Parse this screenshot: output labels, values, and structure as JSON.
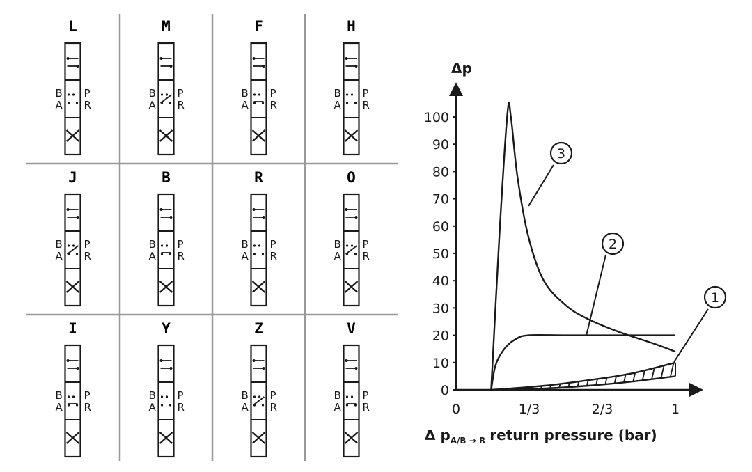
{
  "spools": [
    {
      "code": "L"
    },
    {
      "code": "M"
    },
    {
      "code": "F"
    },
    {
      "code": "H"
    },
    {
      "code": "J"
    },
    {
      "code": "B"
    },
    {
      "code": "R"
    },
    {
      "code": "O"
    },
    {
      "code": "I"
    },
    {
      "code": "Y"
    },
    {
      "code": "Z"
    },
    {
      "code": "V"
    }
  ],
  "ports": {
    "b": "B",
    "a": "A",
    "p": "P",
    "r": "R"
  },
  "chart_data": {
    "type": "line",
    "ylabel": "Δp",
    "xlabel": {
      "prefix": "Δ p",
      "subscript": "A/B → R",
      "suffix": "return pressure (bar)"
    },
    "x_ticks": [
      "0",
      "1/3",
      "2/3",
      "1"
    ],
    "y_ticks": [
      "0",
      "10",
      "20",
      "30",
      "40",
      "50",
      "60",
      "70",
      "80",
      "90",
      "100"
    ],
    "xlim": [
      0,
      1
    ],
    "ylim": [
      0,
      100
    ],
    "series": [
      {
        "name": "1",
        "x": [
          0.16,
          0.4,
          0.6,
          0.8,
          1.0
        ],
        "upper": [
          0,
          1.5,
          3.5,
          6.0,
          10.0
        ],
        "lower": [
          0,
          0.5,
          1.5,
          3.0,
          5.0
        ],
        "hatched": true
      },
      {
        "name": "2",
        "x": [
          0.16,
          0.18,
          0.22,
          0.27,
          0.33,
          0.5,
          0.75,
          1.0
        ],
        "values": [
          0,
          9,
          15,
          18.5,
          20,
          20,
          20,
          20
        ]
      },
      {
        "name": "3",
        "x": [
          0.16,
          0.2,
          0.235,
          0.25,
          0.28,
          0.33,
          0.4,
          0.5,
          0.6,
          0.75,
          0.9,
          1.0
        ],
        "values": [
          0,
          60,
          102,
          100,
          78,
          56,
          40,
          31,
          26,
          21,
          17,
          14
        ]
      }
    ]
  }
}
